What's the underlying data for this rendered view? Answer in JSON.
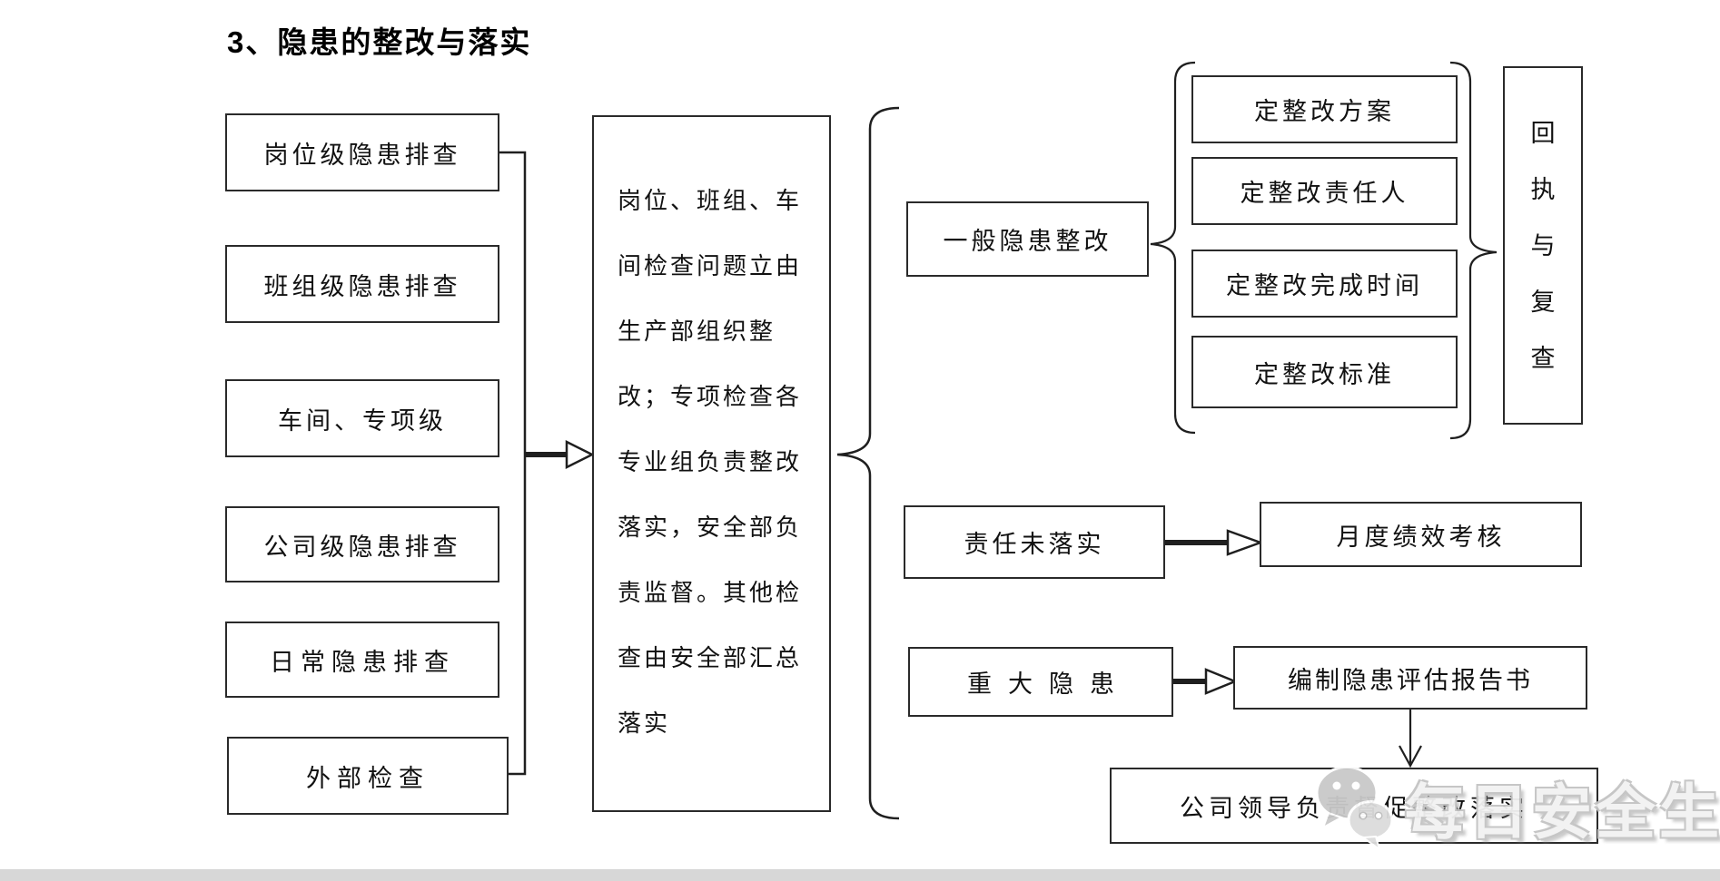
{
  "title": "3、隐患的整改与落实",
  "colors": {
    "line": "#1f1f1f",
    "box_border": "#2a2a2a",
    "watermark_gray": "#c4c4c4",
    "background": "#ffffff"
  },
  "left_column": {
    "boxes": [
      {
        "label": "岗位级隐患排查"
      },
      {
        "label": "班组级隐患排查"
      },
      {
        "label": "车间、专项级"
      },
      {
        "label": "公司级隐患排查"
      },
      {
        "label": "日常隐患排查"
      },
      {
        "label": "外部检查"
      }
    ]
  },
  "center_box": {
    "text": "岗位、班组、车间检查问题立由生产部组织整改；专项检查各专业组负责整改落实，安全部负责监督。其他检查由安全部汇总落实"
  },
  "general_branch": {
    "label": "一般隐患整改",
    "items": [
      "定整改方案",
      "定整改责任人",
      "定整改完成时间",
      "定整改标准"
    ],
    "result": "回执与复查"
  },
  "unfulfilled_branch": {
    "label": "责任未落实",
    "result": "月度绩效考核"
  },
  "major_branch": {
    "label": "重大隐患",
    "report": "编制隐患评估报告书",
    "follow_up": "公司领导负责督促整改落实"
  },
  "watermark": {
    "icon": "wechat-icon",
    "text": "每日安全生产"
  }
}
